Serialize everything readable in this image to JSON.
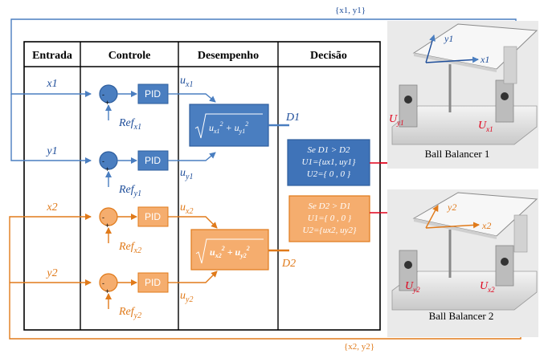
{
  "headers": {
    "entrada": "Entrada",
    "controle": "Controle",
    "desempenho": "Desempenho",
    "decisao": "Decisão"
  },
  "loop_labels": {
    "top": "{x1, y1}",
    "bottom": "{x2, y2}"
  },
  "inputs": {
    "x1": "x1",
    "y1": "y1",
    "x2": "x2",
    "y2": "y2"
  },
  "pid_label": "PID",
  "refs": {
    "ref_x1": "Ref",
    "ref_x1_sub": "x1",
    "ref_y1": "Ref",
    "ref_y1_sub": "y1",
    "ref_x2": "Ref",
    "ref_x2_sub": "x2",
    "ref_y2": "Ref",
    "ref_y2_sub": "y2"
  },
  "outputs": {
    "u": "u",
    "ux1": "x1",
    "uy1": "y1",
    "ux2": "x2",
    "uy2": "y2"
  },
  "performance": {
    "d1": "D1",
    "d2": "D2"
  },
  "decision1": {
    "line1": "Se D1 > D2",
    "line2": "U1={ux1, uy1}",
    "line3": "U2={ 0 , 0 }"
  },
  "decision2": {
    "line1": "Se D2 > D1",
    "line2": "U1={ 0 , 0 }",
    "line3": "U2={ux2, uy2}"
  },
  "plant1": {
    "name": "Ball Balancer 1",
    "axis_x": "x1",
    "axis_y": "y1",
    "U": "U",
    "u_y": "y1",
    "u_x": "x1"
  },
  "plant2": {
    "name": "Ball Balancer 2",
    "axis_x": "x2",
    "axis_y": "y2",
    "U": "U",
    "u_y": "y2",
    "u_x": "x2"
  },
  "colors": {
    "blue": "#4a7ec0",
    "blue_dark": "#2f5f9e",
    "orange": "#f5ad6e",
    "orange_dark": "#e07a1a",
    "red": "#e0001a"
  }
}
